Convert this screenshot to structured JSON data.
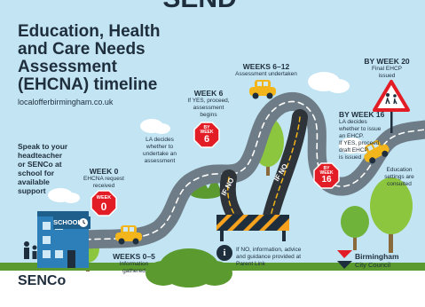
{
  "header": {
    "top_cut_text": "SEND"
  },
  "title": {
    "line1": "Education, Health",
    "line2": "and Care Needs",
    "line3": "Assessment",
    "line4": "(EHCNA) timeline"
  },
  "website": "localofferbirmingham.co.uk",
  "intro": {
    "lines": [
      "Speak to your",
      "headteacher",
      "or SENCo at",
      "school for",
      "available",
      "support"
    ]
  },
  "school_sign": "SCHOOL",
  "senco_label": "SENCo",
  "milestones": {
    "week0": {
      "title": "WEEK 0",
      "text_lines": [
        "EHCNA request",
        "received"
      ],
      "stop_week_label": "WEEK",
      "stop_week_number": "0"
    },
    "weeks0_5": {
      "title": "WEEKS 0–5",
      "text_lines": [
        "Information",
        "gathered"
      ]
    },
    "la_decides": {
      "text_lines": [
        "LA decides",
        "whether to",
        "undertake an",
        "assessment"
      ]
    },
    "week6": {
      "title": "WEEK 6",
      "text_lines": [
        "If YES, proceed,",
        "assessment",
        "begins"
      ],
      "stop_by": "BY",
      "stop_week_label": "WEEK",
      "stop_week_number": "6"
    },
    "weeks6_12": {
      "title": "WEEKS 6–12",
      "text_lines": [
        "Assessment undertaken"
      ]
    },
    "week16": {
      "title": "BY WEEK 16",
      "text_lines": [
        "LA decides",
        "whether to issue",
        "an EHCP.",
        "If YES, proceed,",
        "draft EHCP",
        "is issued"
      ],
      "stop_by": "BY",
      "stop_week_label": "WEEK",
      "stop_week_number": "16"
    },
    "week20": {
      "title": "BY WEEK 20",
      "text_lines": [
        "Final EHCP",
        "issued"
      ]
    },
    "settings": {
      "text_lines": [
        "Education",
        "settings are",
        "consulted"
      ]
    }
  },
  "road_labels": {
    "if_no_1": "IF NO",
    "if_no_2": "IF NO"
  },
  "info_note": {
    "icon_glyph": "i",
    "text_lines": [
      "If NO, information, advice",
      "and guidance provided at",
      "Parent Link"
    ]
  },
  "council": {
    "line1": "Birmingham",
    "line2": "City Council"
  },
  "colors": {
    "sky": "#c2e4f3",
    "road": "#6d7c86",
    "text": "#1f2e3c",
    "stop": "#e31d26",
    "car": "#f2b51b",
    "tree": "#8cc63f",
    "grass": "#5a9a2e"
  }
}
